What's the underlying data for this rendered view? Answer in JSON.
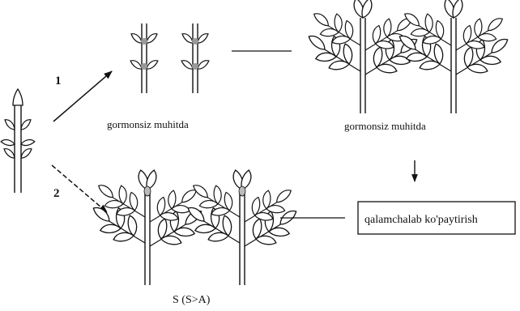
{
  "labels": {
    "arrow_1": "1",
    "arrow_2": "2",
    "caption_top_left": "gormonsiz muhitda",
    "caption_top_right": "gormonsiz muhitda",
    "box": "qalamchalab ko'paytirish",
    "caption_bottom": "S (S>A)"
  }
}
